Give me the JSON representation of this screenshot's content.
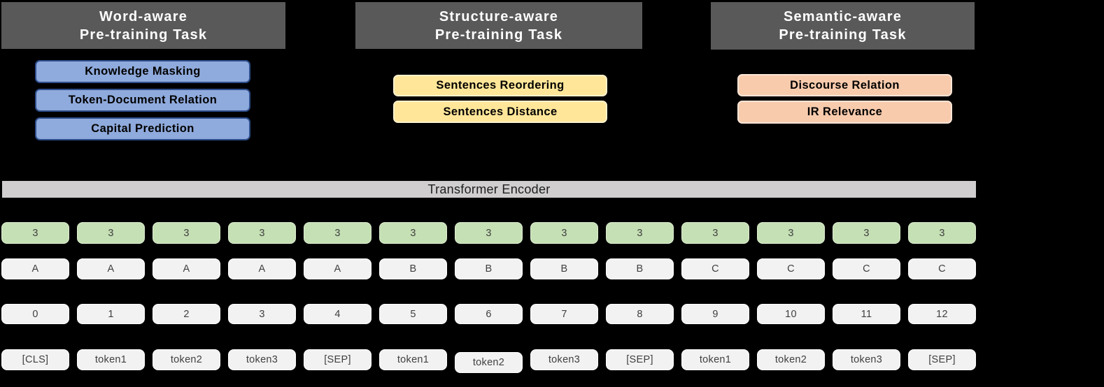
{
  "figure": {
    "columns": [
      {
        "header_line1": "Word-aware",
        "header_line2": "Pre-training Task",
        "tasks": [
          "Knowledge Masking",
          "Token-Document Relation",
          "Capital Prediction"
        ]
      },
      {
        "header_line1": "Structure-aware",
        "header_line2": "Pre-training Task",
        "tasks": [
          "Sentences Reordering",
          "Sentences Distance"
        ]
      },
      {
        "header_line1": "Semantic-aware",
        "header_line2": "Pre-training Task",
        "tasks": [
          "Discourse Relation",
          "IR Relevance"
        ]
      }
    ],
    "encoder_label": "Transformer Encoder",
    "embedding_rows": {
      "task": {
        "values": [
          "3",
          "3",
          "3",
          "3",
          "3",
          "3",
          "3",
          "3",
          "3",
          "3",
          "3",
          "3",
          "3"
        ]
      },
      "sentence": {
        "values": [
          "A",
          "A",
          "A",
          "A",
          "A",
          "B",
          "B",
          "B",
          "B",
          "C",
          "C",
          "C",
          "C"
        ]
      },
      "position": {
        "values": [
          "0",
          "1",
          "2",
          "3",
          "4",
          "5",
          "6",
          "7",
          "8",
          "9",
          "10",
          "11",
          "12"
        ]
      },
      "token": {
        "values": [
          "[CLS]",
          "token1",
          "token2",
          "token3",
          "[SEP]",
          "token1",
          "token2",
          "token3",
          "[SEP]",
          "token1",
          "token2",
          "token3",
          "[SEP]"
        ]
      }
    },
    "colors": {
      "background": "#000000",
      "header_bg": "#595959",
      "header_text": "#FFFFFF",
      "word_task_fill": "#8FAADC",
      "word_task_border": "#2E4E8C",
      "structure_task_fill": "#FFE699",
      "semantic_task_fill": "#F8CBAD",
      "encoder_bar_fill": "#D0CECE",
      "task_embedding_fill": "#C5E0B4",
      "embedding_cell_fill": "#F2F2F2"
    }
  }
}
